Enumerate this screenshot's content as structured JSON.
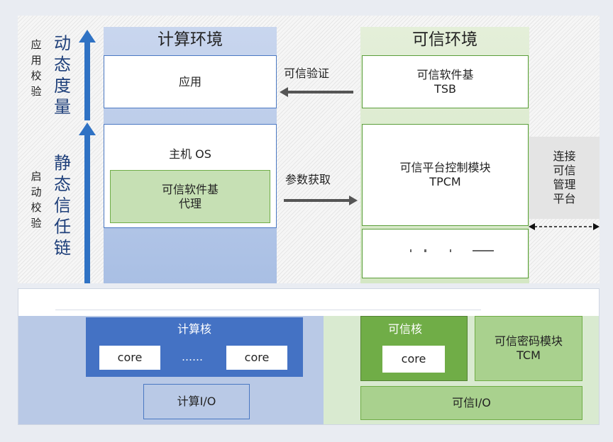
{
  "left_labels": {
    "upper": {
      "small": "应用校验",
      "large": "动态度量"
    },
    "lower": {
      "small": "启动校验",
      "large": "静态信任链"
    }
  },
  "compute_env": {
    "title": "计算环境",
    "app_box": "应用",
    "host_os": "主机 OS",
    "agent": {
      "line1": "可信软件基",
      "line2": "代理"
    }
  },
  "trusted_env": {
    "title": "可信环境",
    "tsb": {
      "line1": "可信软件基",
      "line2": "TSB"
    },
    "tpcm": {
      "line1": "可信平台控制模块",
      "line2": "TPCM"
    }
  },
  "arrows": {
    "verify": "可信验证",
    "params": "参数获取"
  },
  "mgmt_platform": [
    "连接",
    "可信",
    "管理",
    "平台"
  ],
  "hardware": {
    "compute_core": {
      "title": "计算核",
      "core1": "core",
      "ellipsis": "……",
      "core2": "core"
    },
    "compute_io": "计算I/O",
    "trusted_core": {
      "title": "可信核",
      "core": "core"
    },
    "tcm": {
      "line1": "可信密码模块",
      "line2": "TCM"
    },
    "trusted_io": "可信I/O"
  },
  "colors": {
    "blue_accent": "#2f72c4",
    "compute_core_fill": "#4472c4",
    "green_dark": "#70ad47",
    "green_light": "#a9d18e",
    "border_blue": "#4a78c2",
    "border_green": "#5a9e3a"
  }
}
